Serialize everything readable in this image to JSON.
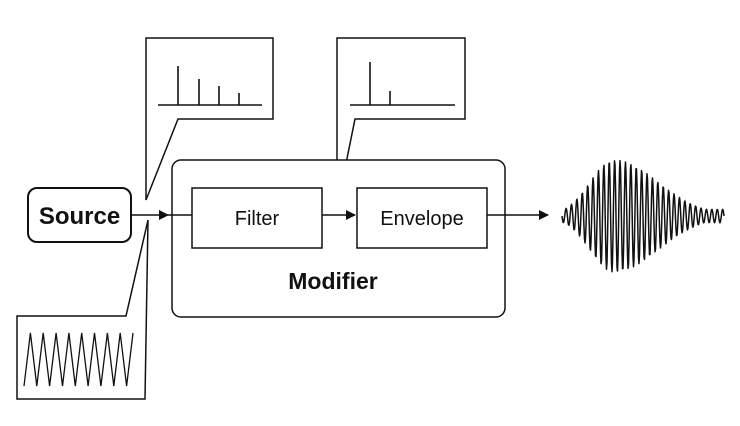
{
  "diagram": {
    "source": {
      "label": "Source"
    },
    "modifier": {
      "label": "Modifier",
      "stages": [
        {
          "label": "Filter"
        },
        {
          "label": "Envelope"
        }
      ]
    }
  },
  "colors": {
    "stroke": "#111111",
    "background": "#ffffff"
  }
}
